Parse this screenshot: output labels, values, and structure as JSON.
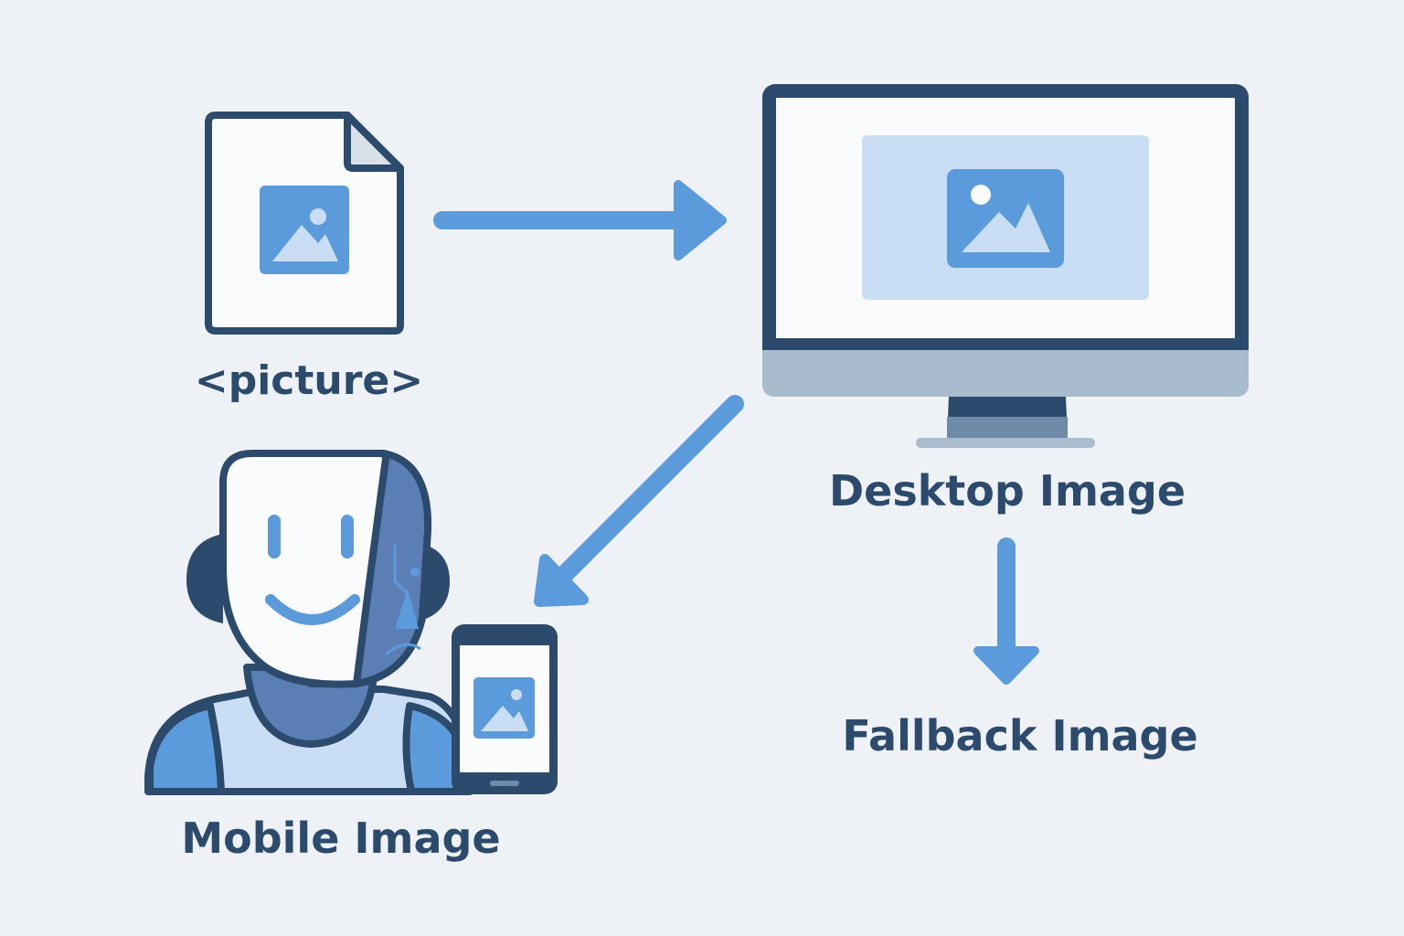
{
  "labels": {
    "picture": "<picture>",
    "desktop": "Desktop Image",
    "fallback": "Fallback Image",
    "mobile": "Mobile Image"
  },
  "icons": {
    "file": "file-image-icon",
    "monitor": "desktop-monitor-icon",
    "phone": "smartphone-icon",
    "person": "person-robot-icon",
    "arrows": [
      "arrow-right-icon",
      "arrow-down-left-icon",
      "arrow-down-icon"
    ]
  },
  "colors": {
    "background": "#eef2f7",
    "outline": "#2c4a6b",
    "accent": "#5b9bdc",
    "accent_light": "#c9def5",
    "panel": "#f9fbfd",
    "stand": "#a9bccd"
  }
}
